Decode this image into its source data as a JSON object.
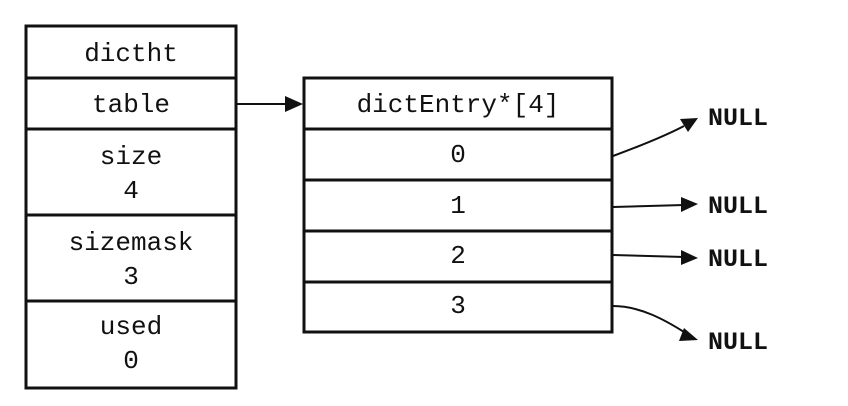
{
  "dictht": {
    "title": "dictht",
    "table": "table",
    "size_label": "size",
    "size_value": "4",
    "sizemask_label": "sizemask",
    "sizemask_value": "3",
    "used_label": "used",
    "used_value": "0"
  },
  "entries": {
    "title": "dictEntry*[4]",
    "slots": [
      "0",
      "1",
      "2",
      "3"
    ]
  },
  "nulls": [
    "NULL",
    "NULL",
    "NULL",
    "NULL"
  ],
  "colors": {
    "stroke": "#111111",
    "background": "#ffffff"
  }
}
